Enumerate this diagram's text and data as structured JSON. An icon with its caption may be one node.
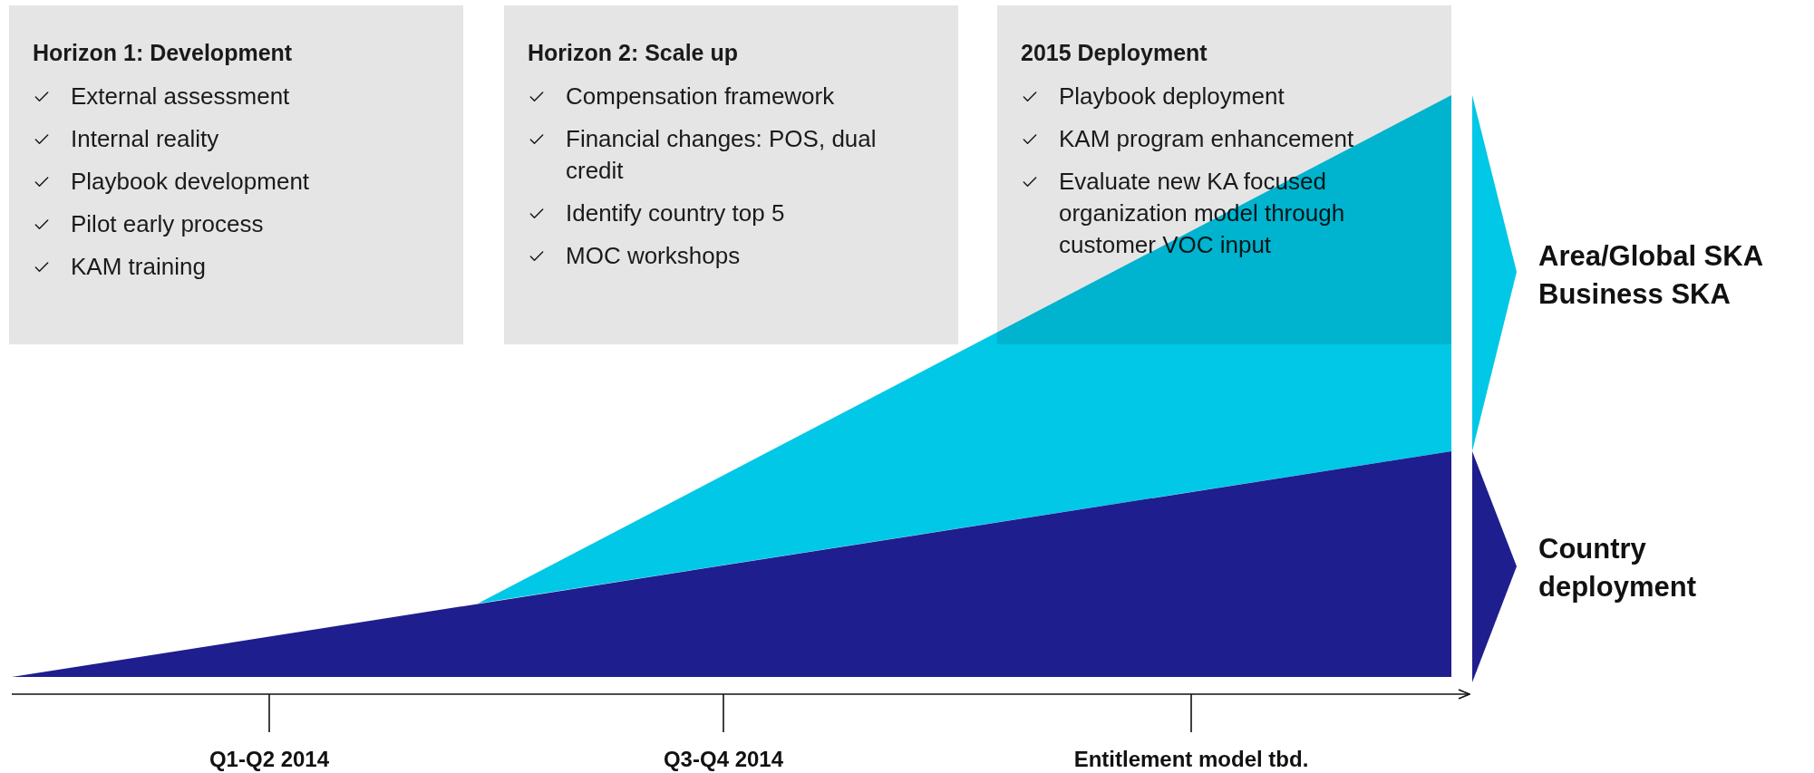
{
  "diagram": {
    "nodes": [
      {
        "text": [
          "Horizon 1: Development",
          "External assessment",
          "Internal reality",
          "Playbook development",
          "Pilot early process",
          "KAM training"
        ]
      },
      {
        "text": [
          "Horizon 2: Scale up",
          "Compensation framework",
          "Financial changes: POS, dual credit",
          "Identify country top 5",
          "MOC workshops"
        ]
      },
      {
        "text": [
          "2015 Deployment",
          "Playbook deployment",
          "KAM program enhancement",
          "Evaluate new KA focused organization model through customer VOC input"
        ]
      }
    ],
    "edges": [],
    "labels": [
      "Area/Global SKA Business SKA",
      "Country deployment",
      "Q1-Q2 2014",
      "Q3-Q4 2014",
      "Entitlement model tbd."
    ]
  }
}
